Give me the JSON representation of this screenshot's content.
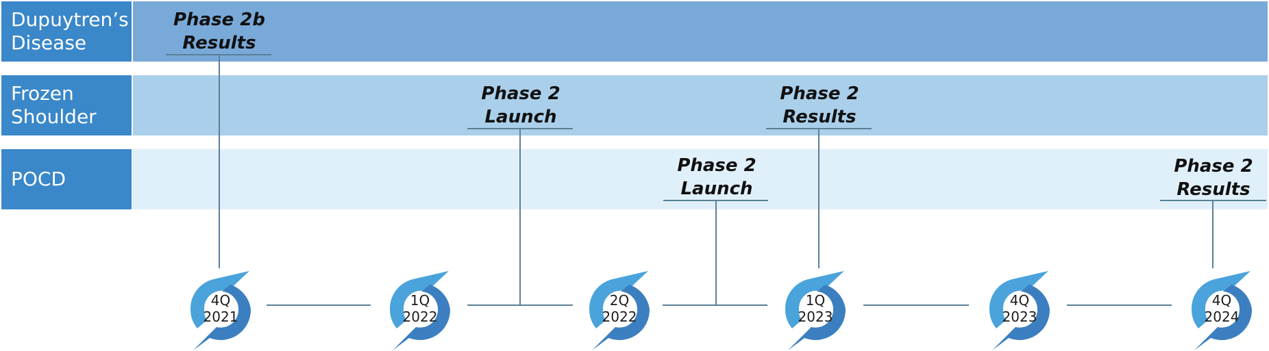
{
  "rows": [
    {
      "label": "Dupuytren’s\nDisease"
    },
    {
      "label": "Frozen\nShoulder"
    },
    {
      "label": "POCD"
    }
  ],
  "milestones": [
    {
      "text": "Phase 2b\nResults"
    },
    {
      "text": "Phase 2\nLaunch"
    },
    {
      "text": "Phase 2\nResults"
    },
    {
      "text": "Phase 2\nLaunch"
    },
    {
      "text": "Phase 2\nResults"
    }
  ],
  "quarters": [
    {
      "q": "4Q",
      "year": "2021"
    },
    {
      "q": "1Q",
      "year": "2022"
    },
    {
      "q": "2Q",
      "year": "2022"
    },
    {
      "q": "1Q",
      "year": "2023"
    },
    {
      "q": "4Q",
      "year": "2023"
    },
    {
      "q": "4Q",
      "year": "2024"
    }
  ],
  "colors": {
    "label_bg": "#3a87c9",
    "band_dupuytren": "#79a9d8",
    "band_frozen": "#aacfea",
    "band_pocd": "#e0f0fa",
    "connector": "#5a7f98",
    "badge_light": "#4aa3db",
    "badge_dark": "#3c7fc0"
  }
}
